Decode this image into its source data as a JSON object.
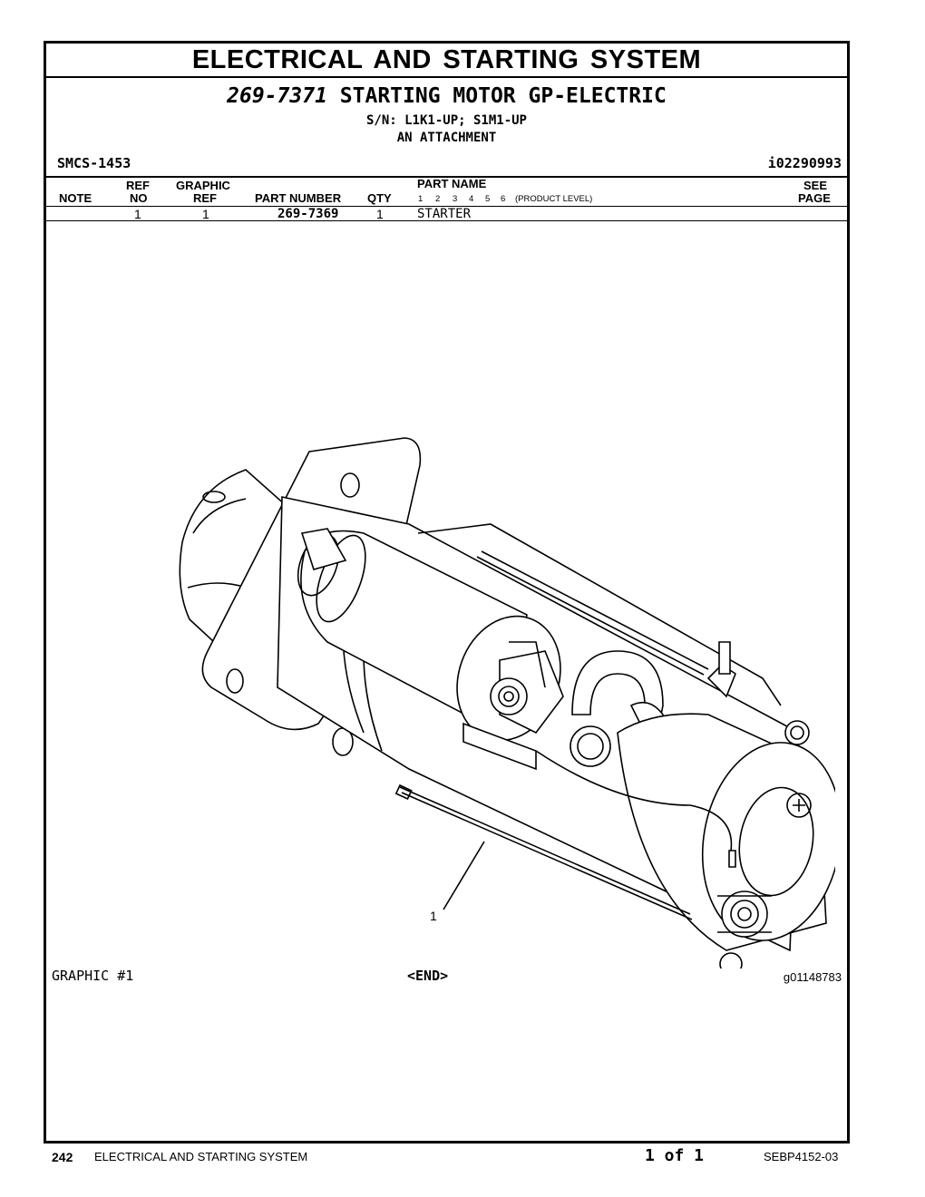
{
  "header": {
    "section_title": "ELECTRICAL AND STARTING SYSTEM",
    "group_number": "269-7371",
    "group_name": "STARTING MOTOR GP-ELECTRIC",
    "serial_numbers": "S/N: L1K1-UP; S1M1-UP",
    "attachment_note": "AN ATTACHMENT",
    "smcs": "SMCS-1453",
    "info_id": "i02290993"
  },
  "table": {
    "columns": {
      "note": "NOTE",
      "ref_top": "REF",
      "ref_bottom": "NO",
      "graphic_top": "GRAPHIC",
      "graphic_bottom": "REF",
      "part_number": "PART NUMBER",
      "qty": "QTY",
      "part_name": "PART NAME",
      "levels": [
        "1",
        "2",
        "3",
        "4",
        "5",
        "6"
      ],
      "product_level": "(PRODUCT LEVEL)",
      "see_top": "SEE",
      "see_bottom": "PAGE"
    },
    "rows": [
      {
        "note": "",
        "ref_no": "1",
        "graphic_ref": "1",
        "part_number": "269-7369",
        "qty": "1",
        "part_name": "STARTER",
        "see_page": ""
      }
    ]
  },
  "graphic": {
    "callout": "1",
    "label": "GRAPHIC #1",
    "end_marker": "<END>",
    "graphic_id": "g01148783"
  },
  "footer": {
    "page_number": "242",
    "section": "ELECTRICAL AND STARTING SYSTEM",
    "page_of": "1 of 1",
    "publication": "SEBP4152-03"
  }
}
